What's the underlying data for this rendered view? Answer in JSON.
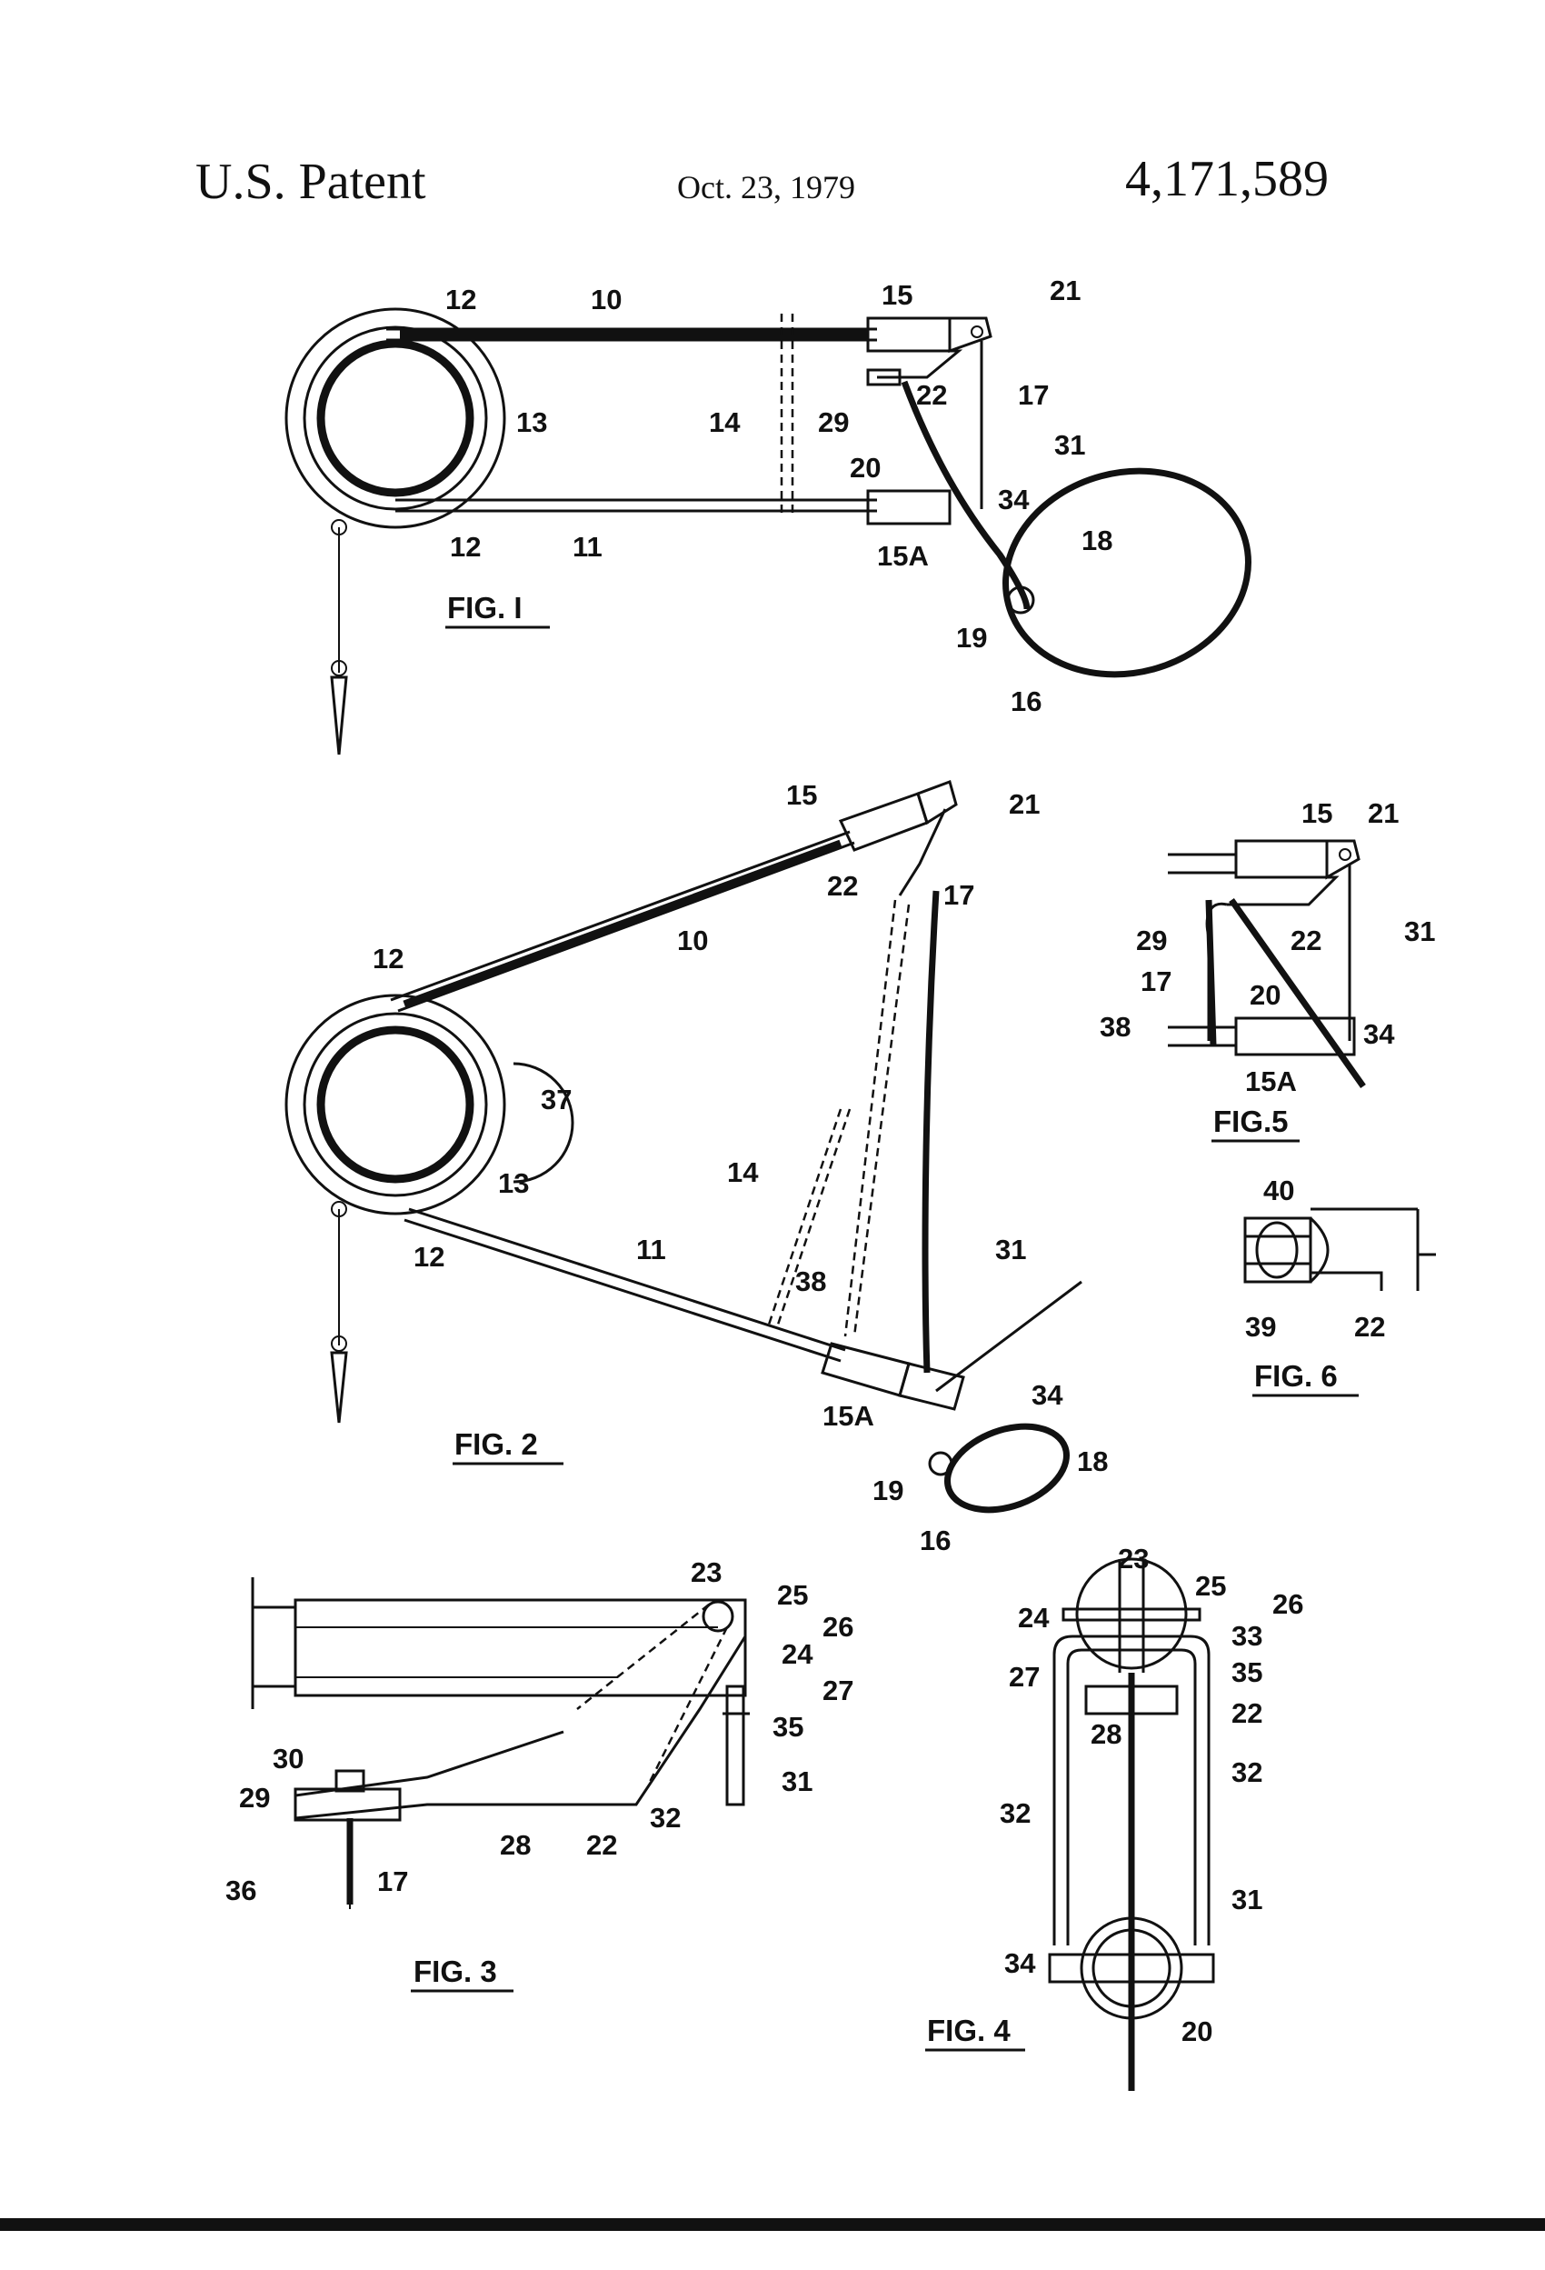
{
  "header": {
    "title": "U.S. Patent",
    "date": "Oct. 23, 1979",
    "number": "4,171,589"
  },
  "figures": {
    "fig1": {
      "caption": "FIG. I",
      "labels": [
        "12",
        "10",
        "15",
        "21",
        "13",
        "14",
        "29",
        "22",
        "17",
        "31",
        "20",
        "34",
        "18",
        "12",
        "11",
        "15A",
        "19",
        "16"
      ]
    },
    "fig2": {
      "caption": "FIG. 2",
      "labels": [
        "15",
        "21",
        "22",
        "17",
        "10",
        "12",
        "37",
        "13",
        "14",
        "12",
        "11",
        "31",
        "38",
        "34",
        "15A",
        "18",
        "19",
        "16"
      ]
    },
    "fig3": {
      "caption": "FIG. 3",
      "labels": [
        "23",
        "25",
        "26",
        "24",
        "27",
        "35",
        "30",
        "31",
        "29",
        "32",
        "28",
        "22",
        "36",
        "17"
      ]
    },
    "fig4": {
      "caption": "FIG. 4",
      "labels": [
        "23",
        "25",
        "26",
        "24",
        "33",
        "27",
        "35",
        "22",
        "28",
        "32",
        "32",
        "31",
        "34",
        "20"
      ]
    },
    "fig5": {
      "caption": "FIG.5",
      "labels": [
        "15",
        "21",
        "22",
        "29",
        "31",
        "17",
        "20",
        "38",
        "34",
        "15A"
      ]
    },
    "fig6": {
      "caption": "FIG. 6",
      "labels": [
        "40",
        "39",
        "22"
      ]
    }
  }
}
